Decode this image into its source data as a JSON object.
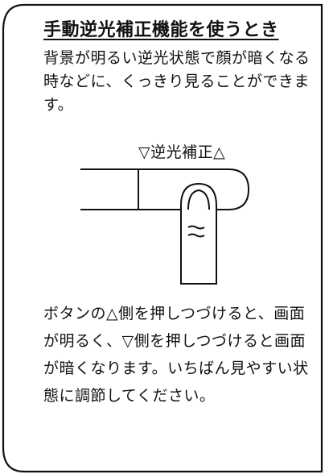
{
  "title": "手動逆光補正機能を使うとき",
  "intro": "背景が明るい逆光状態で顔が暗くなる時などに、くっきり見ることができます。",
  "button_caption": "▽逆光補正△",
  "outro": "ボタンの△側を押しつづけると、画面が明るく、▽側を押しつづけると画面が暗くなります。いちばん見やすい状態に調節してください。"
}
